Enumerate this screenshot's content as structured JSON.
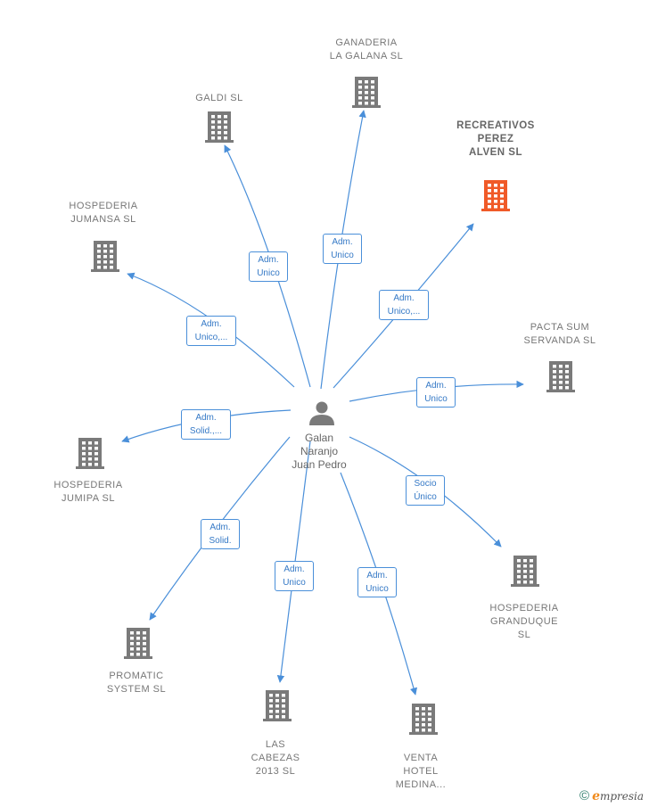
{
  "center": {
    "name": "Galan\nNaranjo\nJuan Pedro",
    "icon": "person-icon"
  },
  "colors": {
    "edge": "#4a8fd9",
    "building": "#7a7a7a",
    "highlight": "#f05a28"
  },
  "nodes": [
    {
      "id": "ganaderia",
      "label": "GANADERIA\nLA GALANA SL",
      "relation": "Adm.\nUnico",
      "highlight": false
    },
    {
      "id": "galdi",
      "label": "GALDI SL",
      "relation": "Adm.\nUnico",
      "highlight": false
    },
    {
      "id": "recreativos",
      "label": "RECREATIVOS\nPEREZ\nALVEN SL",
      "relation": "Adm.\nUnico,...",
      "highlight": true
    },
    {
      "id": "jumansa",
      "label": "HOSPEDERIA\nJUMANSA SL",
      "relation": "Adm.\nUnico,...",
      "highlight": false
    },
    {
      "id": "pacta",
      "label": "PACTA SUM\nSERVANDA SL",
      "relation": "Adm.\nUnico",
      "highlight": false
    },
    {
      "id": "jumipa",
      "label": "HOSPEDERIA\nJUMIPA SL",
      "relation": "Adm.\nSolid.,...",
      "highlight": false
    },
    {
      "id": "granduque",
      "label": "HOSPEDERIA\nGRANDUQUE\nSL",
      "relation": "Socio\nÚnico",
      "highlight": false
    },
    {
      "id": "promatic",
      "label": "PROMATIC\nSYSTEM SL",
      "relation": "Adm.\nSolid.",
      "highlight": false
    },
    {
      "id": "cabezas",
      "label": "LAS\nCABEZAS\n2013 SL",
      "relation": "Adm.\nUnico",
      "highlight": false
    },
    {
      "id": "venta",
      "label": "VENTA\nHOTEL\nMEDINA...",
      "relation": "Adm.\nUnico",
      "highlight": false
    }
  ],
  "footer": {
    "copyright": "©",
    "brand_initial": "e",
    "brand_rest": "mpresia"
  }
}
